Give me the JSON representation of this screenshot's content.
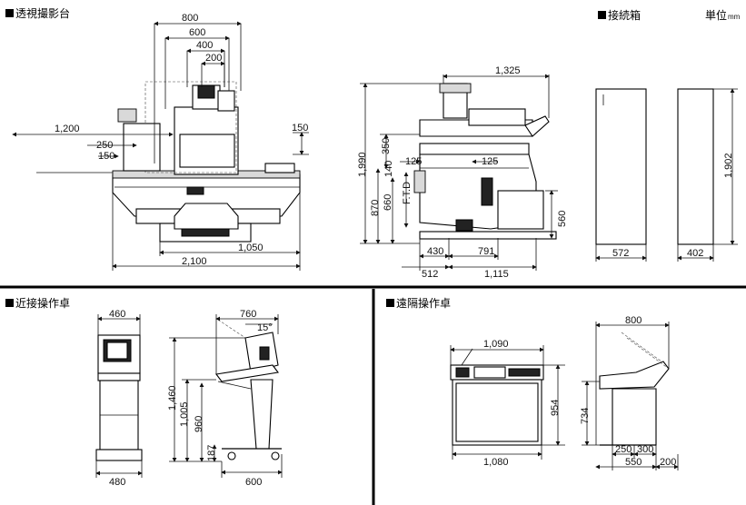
{
  "sections": {
    "fluoro_table": {
      "title": "透視撮影台"
    },
    "junction_box": {
      "title": "接続箱"
    },
    "near_console": {
      "title": "近接操作卓"
    },
    "remote_console": {
      "title": "遠隔操作卓"
    }
  },
  "unit": {
    "label": "単位",
    "value": "mm"
  },
  "dimensions": {
    "ft_800": "800",
    "ft_600": "600",
    "ft_400": "400",
    "ft_200": "200",
    "ft_1200": "1,200",
    "ft_250": "250",
    "ft_150a": "150",
    "ft_150b": "150",
    "ft_1050": "1,050",
    "ft_2100": "2,100",
    "side_1325": "1,325",
    "side_1990": "1,990",
    "side_350": "350",
    "side_140": "140",
    "side_125a": "125",
    "side_125b": "125",
    "side_870": "870",
    "side_660": "660",
    "side_ftd": "F.T.D",
    "side_560": "560",
    "side_430": "430",
    "side_791": "791",
    "side_512": "512",
    "side_1115": "1,115",
    "jb_1902": "1,902",
    "jb_572": "572",
    "jb_402": "402",
    "nc_460": "460",
    "nc_480": "480",
    "nc_760": "760",
    "nc_15": "15°",
    "nc_1460": "1,460",
    "nc_1005": "1,005",
    "nc_960": "960",
    "nc_187": "187",
    "nc_600": "600",
    "rc_1090": "1,090",
    "rc_1080": "1,080",
    "rc_954": "954",
    "rc_800": "800",
    "rc_734": "734",
    "rc_250": "250",
    "rc_300": "300",
    "rc_550": "550",
    "rc_200": "200"
  }
}
